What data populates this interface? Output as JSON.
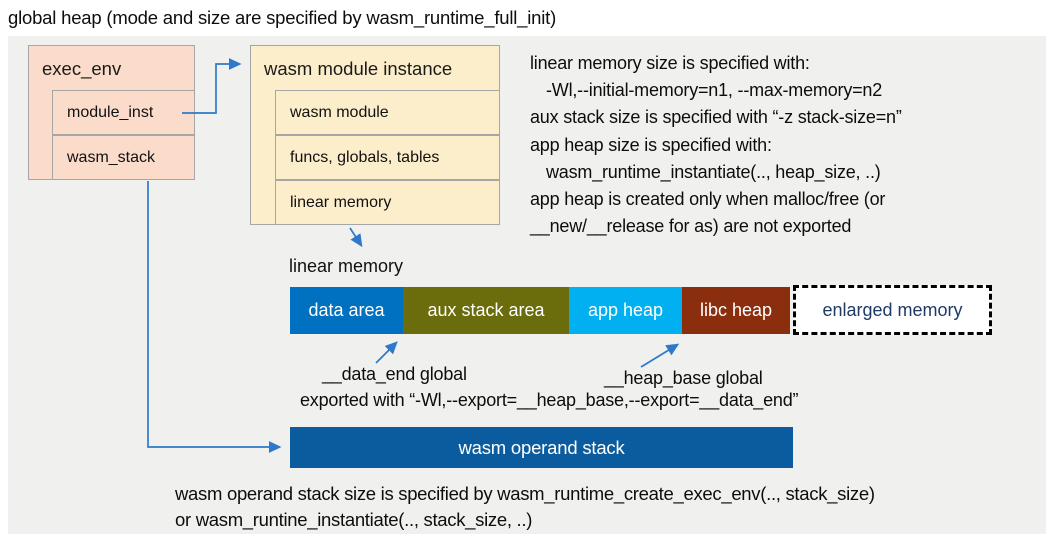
{
  "palette": {
    "panel_bg": "#f0f0ee",
    "box_salmon": "#fbdccb",
    "box_yellow": "#fdeecb",
    "border_gray": "#a6a6a6",
    "connector_blue": "#2e79ca",
    "data_area_blue": "#0070c0",
    "aux_stack_olive": "#6b6c0b",
    "app_heap_cyan": "#00b0f0",
    "libc_heap_brown": "#8b2e0e",
    "enlarged_text_navy": "#1e3a66",
    "operand_stack_blue": "#0b5c9e"
  },
  "title": "global heap (mode and size are specified by wasm_runtime_full_init)",
  "exec_env": {
    "title": "exec_env",
    "rows": [
      {
        "label": "module_inst"
      },
      {
        "label": "wasm_stack"
      }
    ]
  },
  "module_instance": {
    "title": "wasm module instance",
    "rows": [
      {
        "label": "wasm module"
      },
      {
        "label": "funcs, globals, tables"
      },
      {
        "label": "linear memory"
      }
    ]
  },
  "notes_right": {
    "lines": [
      {
        "text": "linear memory size is specified with:"
      },
      {
        "text": "-Wl,--initial-memory=n1, --max-memory=n2"
      },
      {
        "text": "aux stack size is specified with “-z stack-size=n”"
      },
      {
        "text": "app heap size is specified with:"
      },
      {
        "text": "wasm_runtime_instantiate(.., heap_size, ..)"
      },
      {
        "text": "app heap is created only when malloc/free (or"
      },
      {
        "text": "__new/__release for as) are not exported"
      }
    ]
  },
  "linear_memory": {
    "label": "linear memory",
    "segments": [
      {
        "name": "data-area",
        "label": "data area",
        "color": "#0070c0"
      },
      {
        "name": "aux-stack-area",
        "label": "aux stack area",
        "color": "#6b6c0b"
      },
      {
        "name": "app-heap",
        "label": "app heap",
        "color": "#00b0f0"
      },
      {
        "name": "libc-heap",
        "label": "libc heap",
        "color": "#8b2e0e"
      },
      {
        "name": "enlarged-memory",
        "label": "enlarged memory",
        "color": "#ffffff",
        "text_color": "#1e3a66",
        "dashed": true
      }
    ],
    "data_end_label": "__data_end global",
    "heap_base_label": "__heap_base global",
    "export_note": "exported with “-Wl,--export=__heap_base,--export=__data_end”"
  },
  "operand_stack": {
    "label": "wasm operand stack",
    "note_line1": "wasm operand stack size is specified by wasm_runtime_create_exec_env(.., stack_size)",
    "note_line2": "or wasm_runtine_instantiate(.., stack_size, ..)"
  }
}
